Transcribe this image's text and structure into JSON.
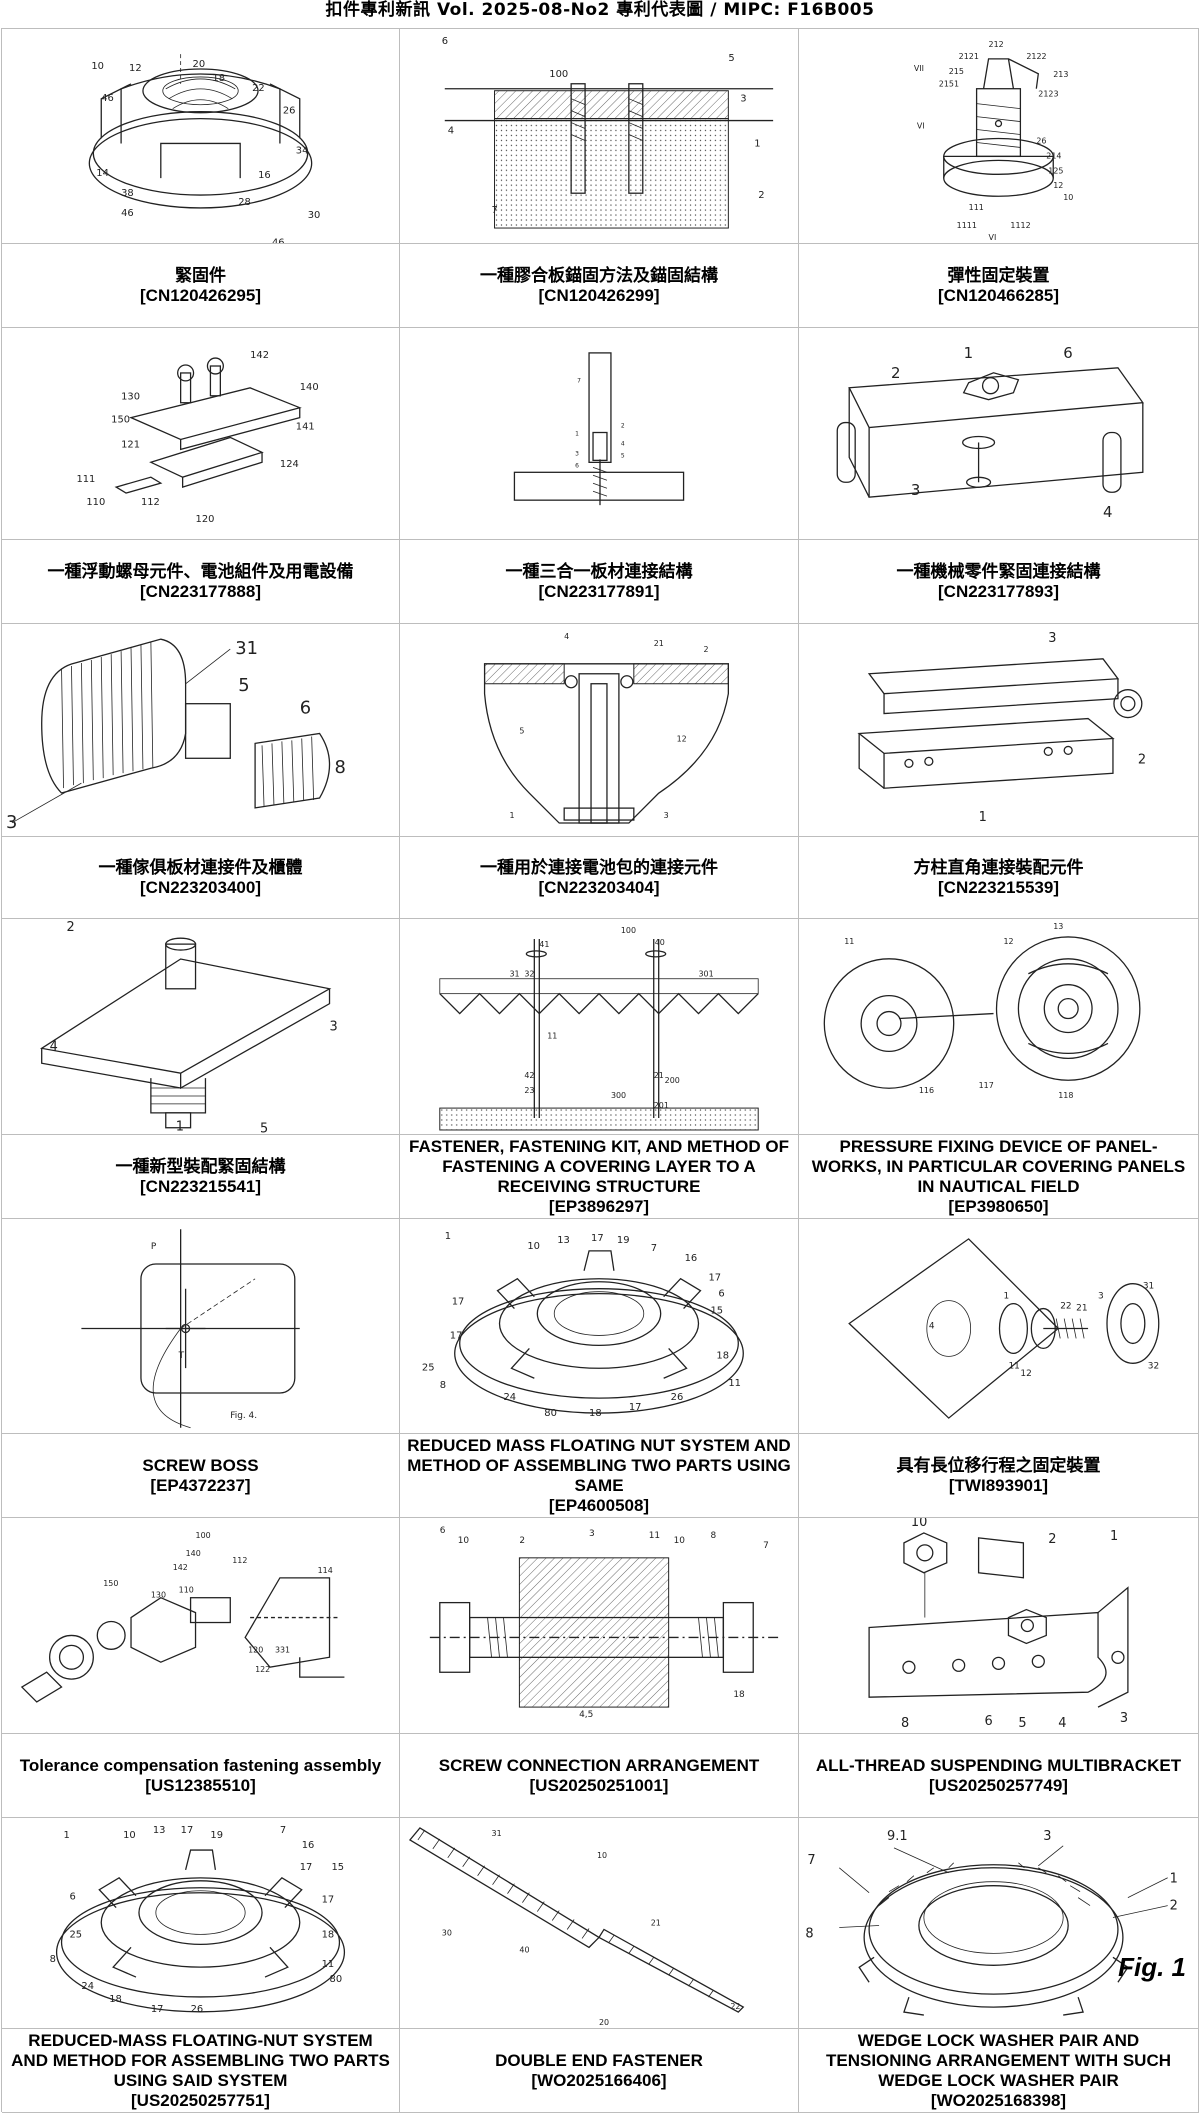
{
  "header": {
    "text": "扣件專利新訊  Vol. 2025-08-No2  專利代表圖  /  MIPC:  F16B005"
  },
  "figure_label": "Fig. 1",
  "patents": [
    {
      "title": "緊固件",
      "number": "[CN120426295]",
      "drawing": "hex-nut-with-clips"
    },
    {
      "title": "一種膠合板錨固方法及錨固結構",
      "number": "[CN120426299]",
      "drawing": "layered-panel-anchors"
    },
    {
      "title": "彈性固定裝置",
      "number": "[CN120466285]",
      "drawing": "elastic-fixing-device"
    },
    {
      "title": "一種浮動螺母元件、電池組件及用電設備",
      "number": "[CN223177888]",
      "drawing": "floating-nut-assembly"
    },
    {
      "title": "一種三合一板材連接結構",
      "number": "[CN223177891]",
      "drawing": "three-in-one-joint"
    },
    {
      "title": "一種機械零件緊固連接結構",
      "number": "[CN223177893]",
      "drawing": "mechanical-fastening-box"
    },
    {
      "title": "一種傢俱板材連接件及櫃體",
      "number": "[CN223203400]",
      "drawing": "threaded-connector"
    },
    {
      "title": "一種用於連接電池包的連接元件",
      "number": "[CN223203404]",
      "drawing": "battery-connector-section"
    },
    {
      "title": "方柱直角連接裝配元件",
      "number": "[CN223215539]",
      "drawing": "square-post-connector"
    },
    {
      "title": "一種新型裝配緊固結構",
      "number": "[CN223215541]",
      "drawing": "assembly-fastening-plate"
    },
    {
      "title": "FASTENER, FASTENING KIT, AND METHOD OF FASTENING A COVERING LAYER TO A RECEIVING STRUCTURE",
      "number": "[EP3896297]",
      "drawing": "covering-layer-screws"
    },
    {
      "title": "PRESSURE FIXING DEVICE OF PANEL-WORKS, IN PARTICULAR COVERING PANELS IN NAUTICAL FIELD",
      "number": "[EP3980650]",
      "drawing": "pressure-fixing-discs"
    },
    {
      "title": "SCREW BOSS",
      "number": "[EP4372237]",
      "drawing": "screw-boss-diagram"
    },
    {
      "title": "REDUCED MASS FLOATING NUT SYSTEM AND METHOD OF ASSEMBLING TWO PARTS USING SAME",
      "number": "[EP4600508]",
      "drawing": "floating-nut-ring"
    },
    {
      "title": "具有長位移行程之固定裝置",
      "number": "[TWI893901]",
      "drawing": "long-stroke-fixing"
    },
    {
      "title": "Tolerance compensation fastening assembly",
      "number": "[US12385510]",
      "drawing": "tolerance-compensation-exploded"
    },
    {
      "title": "SCREW CONNECTION ARRANGEMENT",
      "number": "[US20250251001]",
      "drawing": "screw-connection-section"
    },
    {
      "title": "ALL-THREAD SUSPENDING MULTIBRACKET",
      "number": "[US20250257749]",
      "drawing": "multibracket"
    },
    {
      "title": "REDUCED-MASS FLOATING-NUT SYSTEM AND METHOD FOR ASSEMBLING TWO PARTS USING SAID SYSTEM",
      "number": "[US20250257751]",
      "drawing": "floating-nut-ring-2"
    },
    {
      "title": "DOUBLE END FASTENER",
      "number": "[WO2025166406]",
      "drawing": "double-end-screw"
    },
    {
      "title": "WEDGE LOCK WASHER PAIR AND TENSIONING ARRANGEMENT WITH SUCH WEDGE LOCK WASHER PAIR",
      "number": "[WO2025168398]",
      "drawing": "wedge-lock-washer"
    }
  ],
  "callouts": {
    "p0": [
      "10",
      "12",
      "20",
      "18",
      "22",
      "46",
      "26",
      "34",
      "14",
      "38",
      "16",
      "46",
      "28",
      "30",
      "46"
    ],
    "p1": [
      "6",
      "100",
      "5",
      "3",
      "4",
      "1",
      "2",
      "7"
    ],
    "p2": [
      "212",
      "2121",
      "2122",
      "VII",
      "215",
      "213",
      "2151",
      "2123",
      "VI",
      "26",
      "214",
      "125",
      "12",
      "10",
      "111",
      "1111",
      "1112",
      "VI"
    ],
    "p3": [
      "142",
      "140",
      "130",
      "150",
      "141",
      "121",
      "124",
      "111",
      "110",
      "112",
      "120"
    ],
    "p4": [
      "7",
      "1",
      "2",
      "3",
      "4",
      "5",
      "6"
    ],
    "p5": [
      "1",
      "6",
      "2",
      "3",
      "4"
    ],
    "p6": [
      "31",
      "5",
      "6",
      "3",
      "8"
    ],
    "p7": [
      "4",
      "21",
      "2",
      "5",
      "12",
      "1",
      "3"
    ],
    "p8": [
      "3",
      "2",
      "1"
    ],
    "p9": [
      "2",
      "4",
      "3",
      "1",
      "5"
    ],
    "p10": [
      "100",
      "41",
      "40",
      "31",
      "32",
      "301",
      "11",
      "42",
      "23",
      "300",
      "21",
      "200",
      "201"
    ],
    "p11": [
      "11",
      "12",
      "13",
      "116",
      "117",
      "118"
    ],
    "p12": [
      "P",
      "T",
      "Fig. 4."
    ],
    "p13": [
      "1",
      "10",
      "13",
      "17",
      "19",
      "7",
      "16",
      "17",
      "6",
      "17",
      "15",
      "17",
      "25",
      "18",
      "8",
      "11",
      "24",
      "80",
      "18",
      "17",
      "26"
    ],
    "p14": [
      "4",
      "1",
      "11",
      "12",
      "22",
      "21",
      "3",
      "32",
      "31"
    ],
    "p15": [
      "100",
      "140",
      "142",
      "112",
      "110",
      "130",
      "150",
      "114",
      "331",
      "120",
      "122"
    ],
    "p16": [
      "6",
      "10",
      "2",
      "3",
      "11",
      "10",
      "8",
      "7",
      "18",
      "4,5"
    ],
    "p17": [
      "10",
      "2",
      "1",
      "8",
      "6",
      "5",
      "4",
      "3"
    ],
    "p18": [
      "1",
      "10",
      "13",
      "17",
      "19",
      "7",
      "16",
      "17",
      "15",
      "6",
      "17",
      "18",
      "25",
      "8",
      "11",
      "24",
      "80",
      "18",
      "17",
      "26"
    ],
    "p19": [
      "31",
      "10",
      "30",
      "40",
      "21",
      "20",
      "22"
    ],
    "p20": [
      "9.1",
      "3",
      "7",
      "1",
      "2",
      "8"
    ]
  }
}
